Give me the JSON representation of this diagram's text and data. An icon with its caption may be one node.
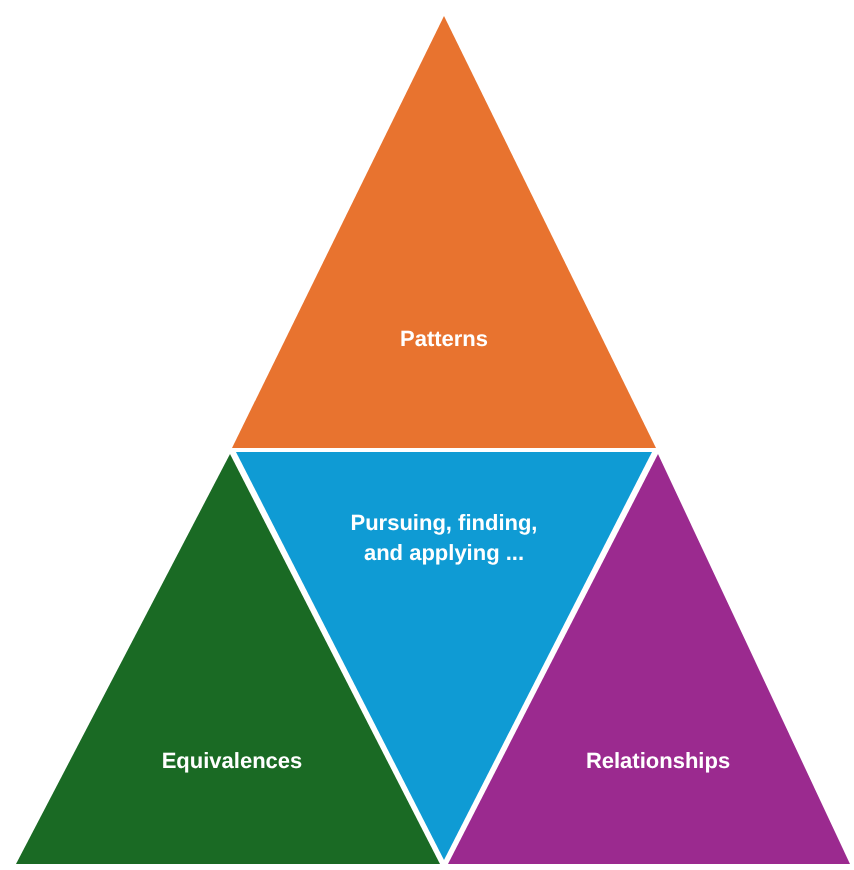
{
  "diagram": {
    "nodes": [
      {
        "text": [
          "Patterns"
        ]
      },
      {
        "text": [
          "Pursuing, finding, and applying ..."
        ]
      },
      {
        "text": [
          "Equivalences"
        ]
      },
      {
        "text": [
          "Relationships"
        ]
      }
    ]
  }
}
